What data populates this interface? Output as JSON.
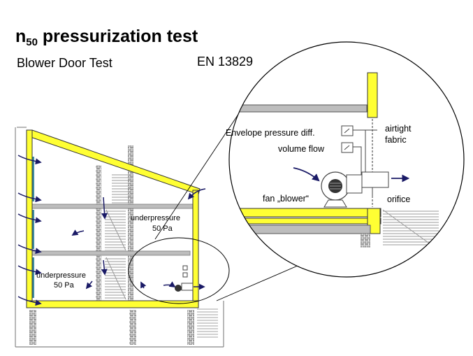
{
  "header": {
    "title_main": "n",
    "title_sub": "50",
    "title_rest": " pressurization test",
    "subtitle": "Blower Door Test",
    "norm": "EN 13829"
  },
  "labels": {
    "envelope_pressure": "Envelope pressure diff.",
    "volume_flow": "volume flow",
    "airtight_line1": "airtight",
    "airtight_line2": "fabric",
    "fan": "fan „blower“",
    "orifice": "orifice",
    "underpressure_upper_1": "underpressure",
    "underpressure_upper_2": "50 Pa",
    "underpressure_lower_1": "underpressure",
    "underpressure_lower_2": "50 Pa"
  },
  "colors": {
    "envelope_yellow": "#ffff33",
    "arrow_navy": "#1a1a66",
    "glass_blue": "#3d8a9e",
    "slab_gray": "#bdbdbd"
  }
}
